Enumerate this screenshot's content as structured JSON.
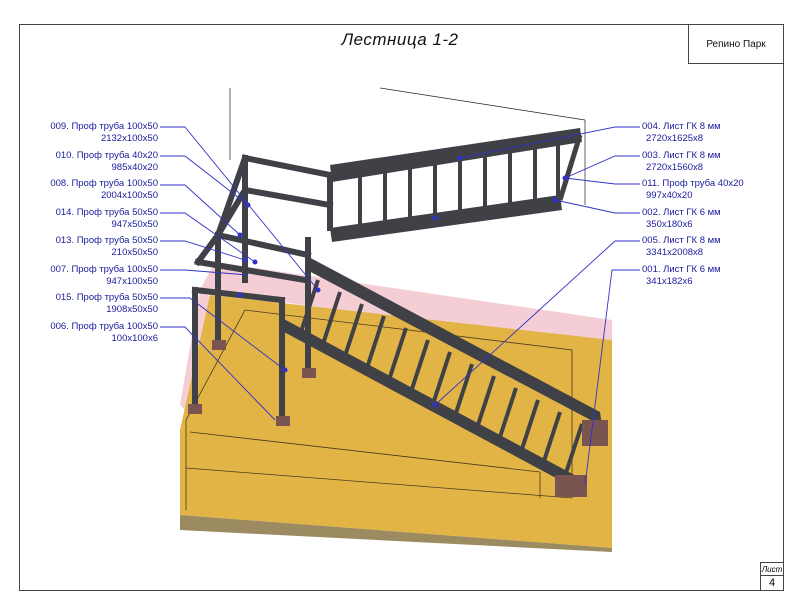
{
  "drawing": {
    "title": "Лестница 1-2",
    "stamp": "Репино Парк",
    "sheet_label": "Лист",
    "sheet_number": "4"
  },
  "callouts": {
    "c009": {
      "name": "009. Проф труба 100x50",
      "size": "2132x100x50"
    },
    "c010": {
      "name": "010. Проф труба 40x20",
      "size": "985x40x20"
    },
    "c008": {
      "name": "008. Проф труба 100x50",
      "size": "2004x100x50"
    },
    "c014": {
      "name": "014. Проф труба 50x50",
      "size": "947x50x50"
    },
    "c013": {
      "name": "013. Проф труба 50x50",
      "size": "210x50x50"
    },
    "c007": {
      "name": "007. Проф труба 100x50",
      "size": "947x100x50"
    },
    "c015": {
      "name": "015. Проф труба 50x50",
      "size": "1908x50x50"
    },
    "c006": {
      "name": "006. Проф труба 100x50",
      "size": "100x100x6"
    },
    "c004": {
      "name": "004. Лист ГК 8 мм",
      "size": "2720x1625x8"
    },
    "c003": {
      "name": "003. Лист ГК 8 мм",
      "size": "2720x1560x8"
    },
    "c011": {
      "name": "011. Проф труба 40x20",
      "size": "997x40x20"
    },
    "c002": {
      "name": "002. Лист ГК 6 мм",
      "size": "350x180x6"
    },
    "c005": {
      "name": "005. Лист ГК 8 мм",
      "size": "3341x2008x8"
    },
    "c001": {
      "name": "001. Лист ГК 6 мм",
      "size": "341x182x6"
    }
  },
  "colors": {
    "callout_text": "#1a1a9c",
    "leader": "#3232c8",
    "steel": "#3f4147",
    "floor": "#e2b446",
    "floor_edge_pink": "#f2c6cc",
    "base_plate": "#7a5450"
  }
}
